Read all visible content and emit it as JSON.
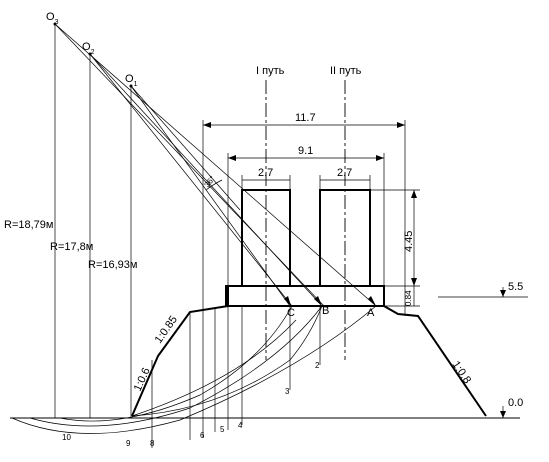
{
  "centers": [
    {
      "letter": "O",
      "sub": "3"
    },
    {
      "letter": "O",
      "sub": "2"
    },
    {
      "letter": "O",
      "sub": "1"
    }
  ],
  "tracks": {
    "track1": "I путь",
    "track2": "II путь"
  },
  "dimensions": {
    "overall_width": "11.7",
    "rail_span": "9.1",
    "block1_width": "2.7",
    "block2_width": "2.7",
    "block_height": "4.45",
    "slab_height": "0.84",
    "angle": "36°"
  },
  "radii": [
    "R=18,79м",
    "R=17,8м",
    "R=16,93м"
  ],
  "points": [
    "C",
    "B",
    "A"
  ],
  "slopes": {
    "upper_left": "1:0.85",
    "lower_left": "1:0.6",
    "right": "1:0.8"
  },
  "levels": {
    "top": "5.5",
    "ground": "0.0"
  },
  "slice_numbers": [
    "10",
    "9",
    "8",
    "6",
    "5",
    "4",
    "3",
    "2"
  ]
}
